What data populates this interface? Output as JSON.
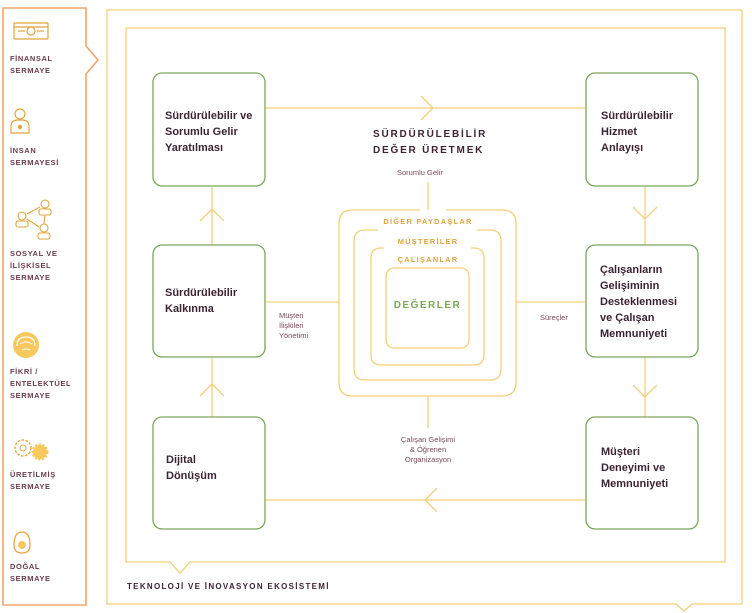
{
  "capitals": [
    {
      "label": "FİNANSAL\nSERMAYE",
      "icon": "banknote-icon"
    },
    {
      "label": "İNSAN\nSERMAYESİ",
      "icon": "person-heart-icon"
    },
    {
      "label": "SOSYAL VE\nİLİŞKİSEL\nSERMAYE",
      "icon": "network-people-icon"
    },
    {
      "label": "FİKRİ /\nENTELEKTÜEL\nSERMAYE",
      "icon": "brain-icon"
    },
    {
      "label": "ÜRETİLMİŞ\nSERMAYE",
      "icon": "gears-icon"
    },
    {
      "label": "DOĞAL\nSERMAYE",
      "icon": "egg-icon"
    }
  ],
  "boxes": {
    "top_left": "Sürdürülebilir ve\nSorumlu Gelir\nYaratılması",
    "top_right": "Sürdürülebilir\nHizmet\nAnlayışı",
    "mid_left": "Sürdürülebilir\nKalkınma",
    "mid_right": "Çalışanların\nGelişiminin\nDesteklenmesi\nve Çalışan\nMemnuniyeti",
    "bottom_left": "Dijital\nDönüşüm",
    "bottom_right": "Müşteri\nDeneyimi ve\nMemnuniyeti"
  },
  "center_title": "SÜRDÜRÜLEBİLİR\nDEĞER ÜRETMEK",
  "connectors": {
    "top": "Sorumlu Gelir",
    "left": "Müşteri\nİlişkileri\nYönetimi",
    "right": "Süreçler",
    "bottom": "Çalışan Gelişimi\n& Öğrenen\nOrganizasyon"
  },
  "rings": {
    "outer": "DİĞER PAYDAŞLAR",
    "middle": "MÜŞTERİLER",
    "inner": "ÇALIŞANLAR",
    "core": "DEĞERLER"
  },
  "footer": "TEKNOLOJİ VE İNOVASYON EKOSİSTEMİ",
  "colors": {
    "gold": "#f3cf7a",
    "gold_dark": "#e0a53f",
    "sidebar_orange": "#f0a56b",
    "green": "#7aa85a",
    "text": "#3d2433"
  }
}
